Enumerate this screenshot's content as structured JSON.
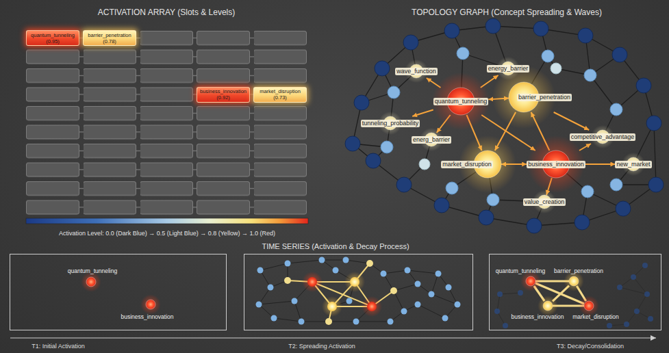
{
  "diagram": {
    "nodes": [
      {
        "text": [
          "quantum_tunneling",
          "(0.95)"
        ]
      },
      {
        "text": [
          "barrier_penetration",
          "(0.78)"
        ]
      },
      {
        "text": [
          "business_innovation",
          "(0.92)"
        ]
      },
      {
        "text": [
          "market_disruption",
          "(0.73)"
        ]
      },
      {
        "text": [
          "energy_barrier"
        ]
      },
      {
        "text": [
          "wave_function"
        ]
      },
      {
        "text": [
          "barrier_penetration"
        ]
      },
      {
        "text": [
          "quantum_tunneling"
        ]
      },
      {
        "text": [
          "tunneling_probability"
        ]
      },
      {
        "text": [
          "competitive_advantage"
        ]
      },
      {
        "text": [
          "energ_barrier"
        ]
      },
      {
        "text": [
          "market_disruption"
        ]
      },
      {
        "text": [
          "business_innovation"
        ]
      },
      {
        "text": [
          "new_market"
        ]
      },
      {
        "text": [
          "value_creation"
        ]
      },
      {
        "text": [
          "T1: Initial Activation"
        ]
      },
      {
        "text": [
          "quantum_tunneling"
        ],
        "in": 15
      },
      {
        "text": [
          "business_innovation"
        ],
        "in": 15
      },
      {
        "text": [
          "T2: Spreading Activation"
        ]
      },
      {
        "text": [
          "T3: Decay/Consolidation"
        ]
      },
      {
        "text": [
          "quantum_tunneling"
        ],
        "in": 19
      },
      {
        "text": [
          "barrier_penetration"
        ],
        "in": 19
      },
      {
        "text": [
          "business_innovation"
        ],
        "in": 19
      },
      {
        "text": [
          "market_disruption"
        ],
        "in": 19
      }
    ],
    "edges": [
      {
        "from": 7,
        "to": 5,
        "arrow": "to"
      },
      {
        "from": 7,
        "to": 4,
        "arrow": "to"
      },
      {
        "from": 7,
        "to": 8,
        "arrow": "to"
      },
      {
        "from": 7,
        "to": 10,
        "arrow": "to"
      },
      {
        "from": 7,
        "to": 6,
        "arrow": "both"
      },
      {
        "from": 7,
        "to": 11,
        "arrow": "to"
      },
      {
        "from": 7,
        "to": 12,
        "arrow": "to"
      },
      {
        "from": 6,
        "to": 11,
        "arrow": "to"
      },
      {
        "from": 6,
        "to": 9,
        "arrow": "to"
      },
      {
        "from": 11,
        "to": 12,
        "arrow": "both"
      },
      {
        "from": 12,
        "to": 6,
        "arrow": "to"
      },
      {
        "from": 12,
        "to": 9,
        "arrow": "to"
      },
      {
        "from": 12,
        "to": 13,
        "arrow": "to"
      },
      {
        "from": 12,
        "to": 14,
        "arrow": "to"
      },
      {
        "from": 20,
        "to": 21,
        "arrow": "none"
      },
      {
        "from": 20,
        "to": 22,
        "arrow": "none"
      },
      {
        "from": 20,
        "to": 23,
        "arrow": "none"
      },
      {
        "from": 21,
        "to": 22,
        "arrow": "none"
      },
      {
        "from": 21,
        "to": 23,
        "arrow": "none"
      },
      {
        "from": 22,
        "to": 23,
        "arrow": "none"
      }
    ],
    "labels": [
      "ACTIVATION ARRAY (Slots & Levels)",
      "TOPOLOGY GRAPH (Concept Spreading & Waves)",
      "Activation Level: 0.0 (Dark Blue) → 0.5 (Light Blue) → 0.8 (Yellow) → 1.0 (Red)",
      "TIME SERIES (Activation & Decay Process)"
    ]
  }
}
